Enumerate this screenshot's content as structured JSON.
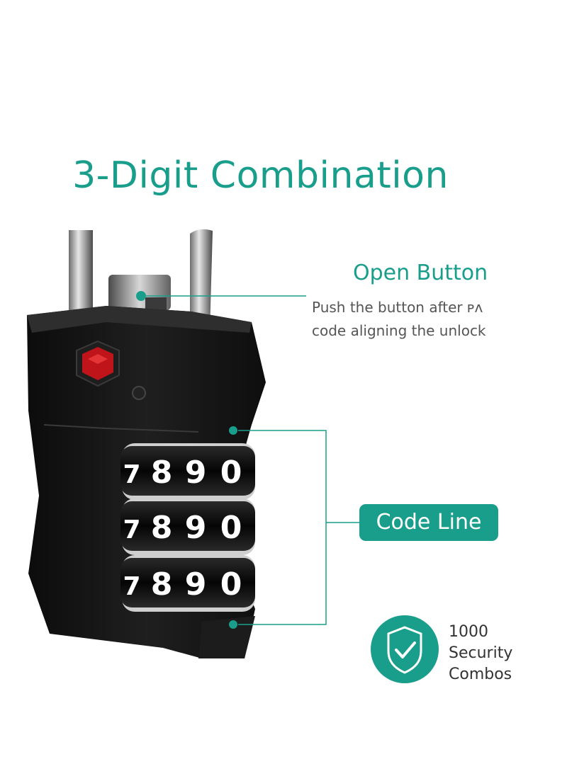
{
  "title": "3-Digit Combination",
  "open_button": {
    "title": "Open Button",
    "desc_line1": "Push the button after ",
    "desc_line1_suffix": "ᴘʌ",
    "desc_line2": "code aligning the unlock"
  },
  "code_line": {
    "label": "Code Line"
  },
  "combos": {
    "count": "1000",
    "line2": "Security",
    "line3": "Combos"
  },
  "dials": [
    [
      "7",
      "8",
      "9",
      "0"
    ],
    [
      "7",
      "8",
      "9",
      "0"
    ],
    [
      "7",
      "8",
      "9",
      "0"
    ]
  ],
  "colors": {
    "accent": "#1a9e8c",
    "lock_body": "#161616",
    "indicator": "#c0141b"
  },
  "icons": {
    "badge": "shield-check-icon",
    "tsa": "red-diamond-indicator"
  }
}
